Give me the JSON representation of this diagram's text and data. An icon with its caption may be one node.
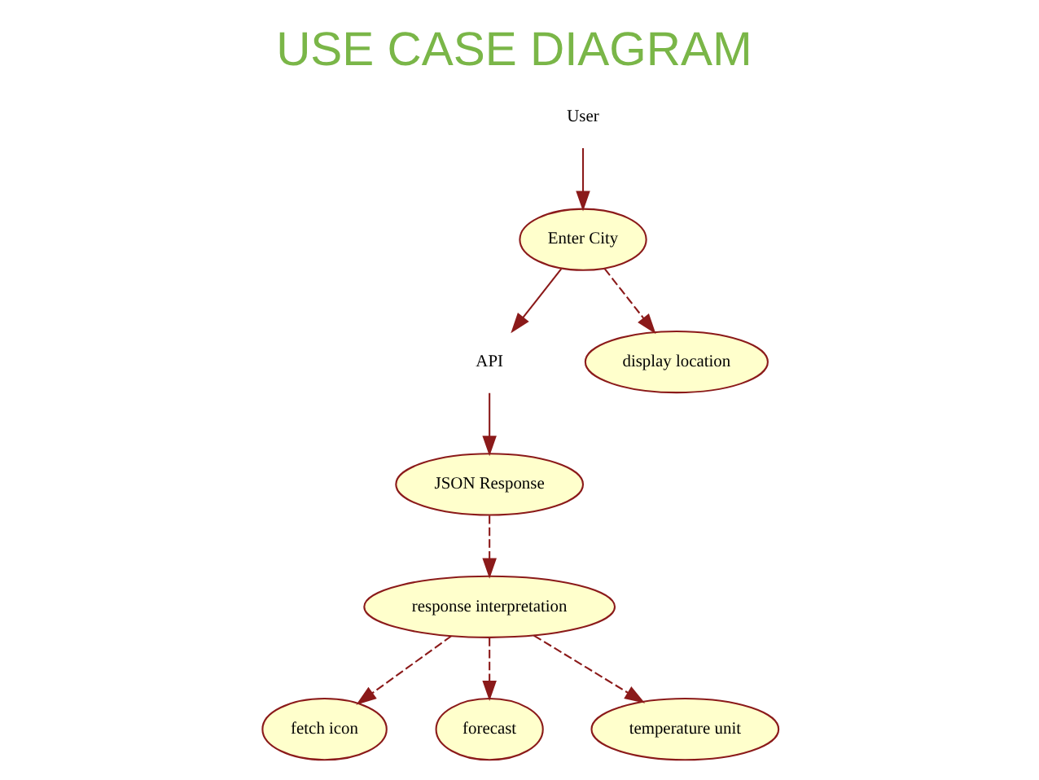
{
  "diagram": {
    "title": "USE CASE DIAGRAM",
    "nodes": [
      {
        "text": [
          "User"
        ]
      },
      {
        "text": [
          "Enter City"
        ]
      },
      {
        "text": [
          "API"
        ]
      },
      {
        "text": [
          "JSON Response"
        ]
      },
      {
        "text": [
          "response interpretation"
        ]
      },
      {
        "text": [
          "fetch icon"
        ]
      },
      {
        "text": [
          "forecast"
        ]
      },
      {
        "text": [
          "temperature unit"
        ]
      },
      {
        "text": [
          "display location"
        ]
      }
    ],
    "edges": [
      {
        "from": 0,
        "to": 1,
        "arrow": "to"
      },
      {
        "from": 1,
        "to": 2,
        "arrow": "to"
      },
      {
        "from": 2,
        "to": 3,
        "arrow": "to"
      },
      {
        "from": 3,
        "to": 4,
        "arrow": "to",
        "style": "dashed"
      },
      {
        "from": 4,
        "to": 5,
        "arrow": "to",
        "style": "dashed"
      },
      {
        "from": 4,
        "to": 6,
        "arrow": "to",
        "style": "dashed"
      },
      {
        "from": 4,
        "to": 7,
        "arrow": "to",
        "style": "dashed"
      },
      {
        "from": 1,
        "to": 8,
        "arrow": "to",
        "style": "dashed"
      }
    ]
  }
}
